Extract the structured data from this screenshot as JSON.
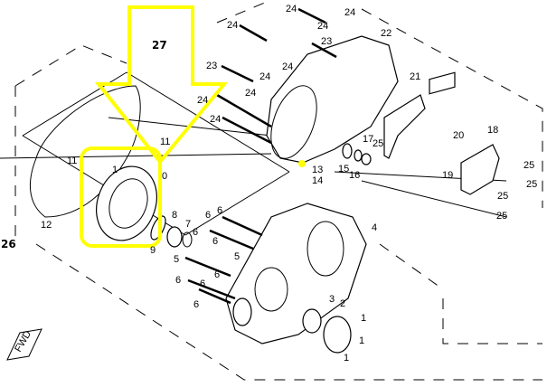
{
  "diagram": {
    "callouts": {
      "assembly_label": "27",
      "group_label": "26",
      "parts": [
        "24",
        "24",
        "23",
        "24",
        "24",
        "24",
        "24",
        "24",
        "24",
        "23",
        "24",
        "22",
        "21",
        "20",
        "18",
        "17",
        "25",
        "15",
        "16",
        "13",
        "14",
        "19",
        "25",
        "25",
        "25",
        "25",
        "11",
        "11",
        "1",
        "0",
        "12",
        "9",
        "8",
        "7",
        "6",
        "6",
        "6",
        "6",
        "5",
        "5",
        "6",
        "6",
        "6",
        "6",
        "3",
        "2",
        "1",
        "1",
        "1",
        "4"
      ]
    },
    "logo_text": "FWD",
    "annotation": {
      "highlight_color": "#FFFF00",
      "shapes": [
        "down-arrow",
        "rounded-rectangle",
        "dot"
      ]
    }
  }
}
